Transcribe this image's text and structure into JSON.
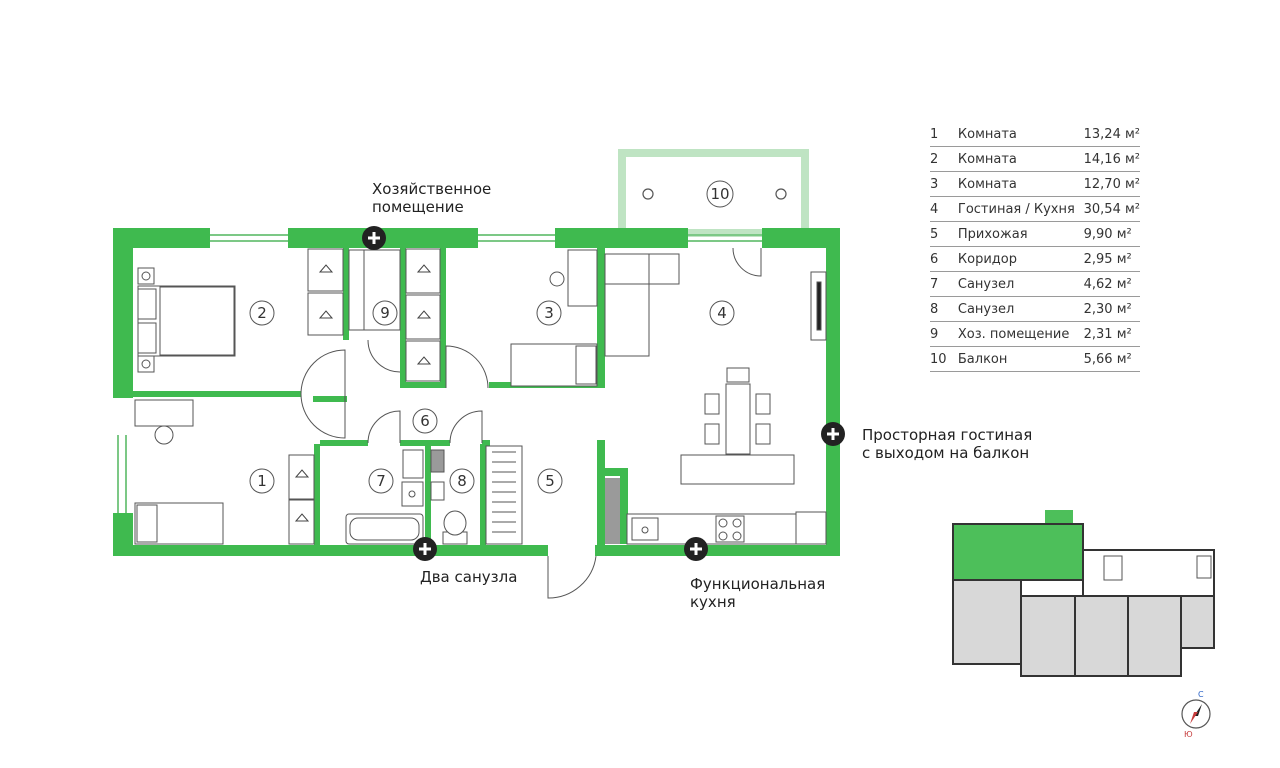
{
  "legend": [
    {
      "num": "1",
      "name": "Комната",
      "area": "13,24 м²"
    },
    {
      "num": "2",
      "name": "Комната",
      "area": "14,16 м²"
    },
    {
      "num": "3",
      "name": "Комната",
      "area": "12,70 м²"
    },
    {
      "num": "4",
      "name": "Гостиная / Кухня",
      "area": "30,54 м²"
    },
    {
      "num": "5",
      "name": "Прихожая",
      "area": "9,90 м²"
    },
    {
      "num": "6",
      "name": "Коридор",
      "area": "2,95 м²"
    },
    {
      "num": "7",
      "name": "Санузел",
      "area": "4,62 м²"
    },
    {
      "num": "8",
      "name": "Санузел",
      "area": "2,30 м²"
    },
    {
      "num": "9",
      "name": "Хоз. помещение",
      "area": "2,31 м²"
    },
    {
      "num": "10",
      "name": "Балкон",
      "area": "5,66 м²"
    }
  ],
  "callouts": {
    "storage": "Хозяйственное\nпомещение",
    "living": "Просторная гостиная\nс выходом на балкон",
    "bathrooms": "Два санузла",
    "kitchen": "Функциональная\nкухня"
  },
  "room_labels": [
    "1",
    "2",
    "3",
    "4",
    "5",
    "6",
    "7",
    "8",
    "9",
    "10"
  ],
  "compass": {
    "north": "С",
    "south": "Ю"
  },
  "colors": {
    "wall": "#3fba4f",
    "floor_plan_highlight": "#4dbf5a",
    "balcony": "#bfe4c3",
    "building": "#d8d8d8",
    "marker": "#222222"
  }
}
